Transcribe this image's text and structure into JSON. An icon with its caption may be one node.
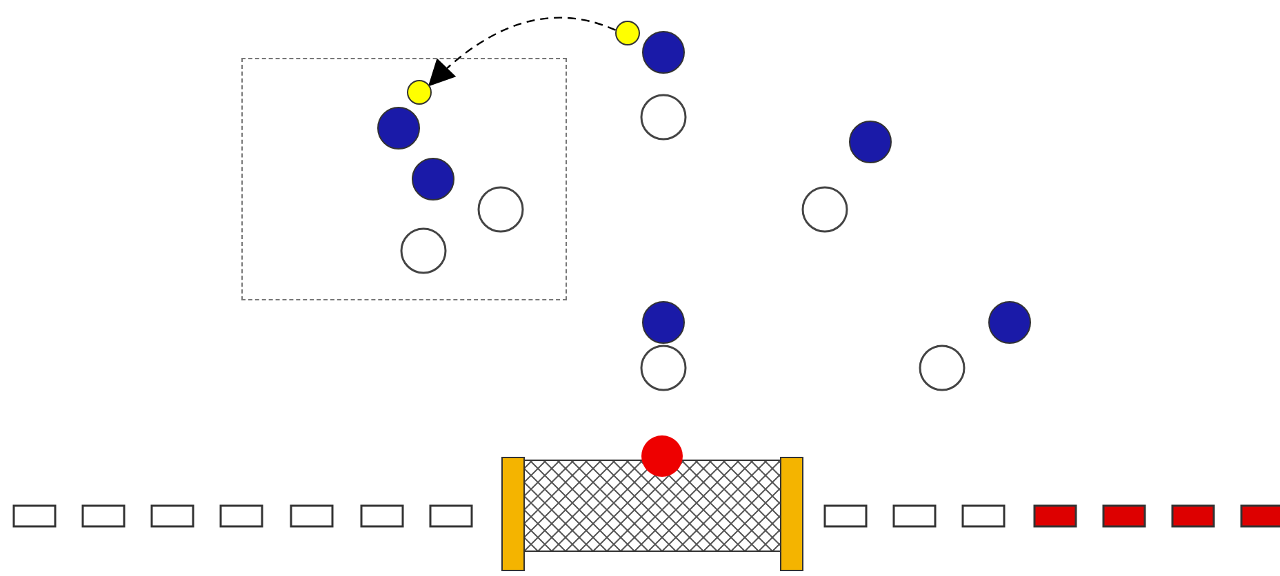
{
  "diagram": {
    "nodes": [
      {
        "text": [],
        "shape": "box"
      },
      {
        "text": [],
        "shape": "circle"
      },
      {
        "text": [],
        "shape": "circle",
        "in": 0
      }
    ],
    "edges": [
      {
        "from": 1,
        "to": 2,
        "arrow": "to",
        "style": "dashed"
      }
    ]
  }
}
